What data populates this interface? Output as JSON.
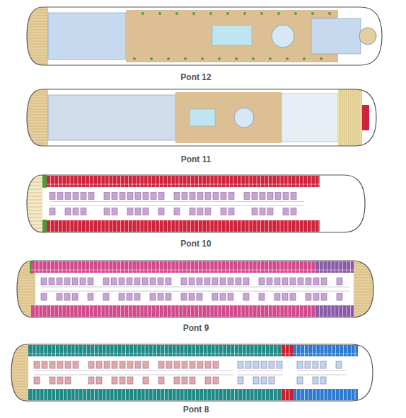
{
  "diagram": {
    "nodes": [
      {
        "text": [
          "Pont 12"
        ]
      },
      {
        "text": [
          "Pont 11"
        ]
      },
      {
        "text": [
          "Pont 10"
        ]
      },
      {
        "text": [
          "Pont 9"
        ]
      },
      {
        "text": [
          "Pont 8"
        ]
      }
    ]
  }
}
